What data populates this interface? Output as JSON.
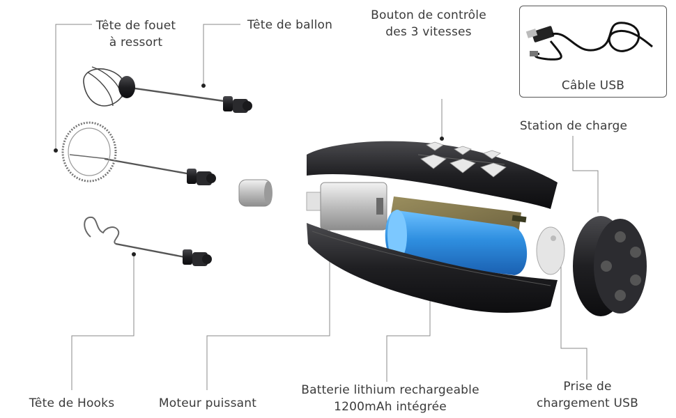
{
  "labels": {
    "tete_fouet_ressort": [
      "Tête de fouet",
      "à ressort"
    ],
    "tete_ballon": "Tête de ballon",
    "bouton_controle": [
      "Bouton de contrôle",
      "des 3 vitesses"
    ],
    "cable_usb": "Câble USB",
    "station_charge": "Station de charge",
    "tete_hooks": "Tête de Hooks",
    "moteur": "Moteur puissant",
    "batterie": [
      "Batterie lithium rechargeable",
      "1200mAh intégrée"
    ],
    "prise": [
      "Prise de",
      "chargement USB"
    ]
  },
  "colors": {
    "leader_line": "#8a8a8a",
    "body_dark": "#1f1f22",
    "battery_blue": "#2f8fe0",
    "pcb_green": "#8a7a4a",
    "metal": "#c8c8c8"
  }
}
